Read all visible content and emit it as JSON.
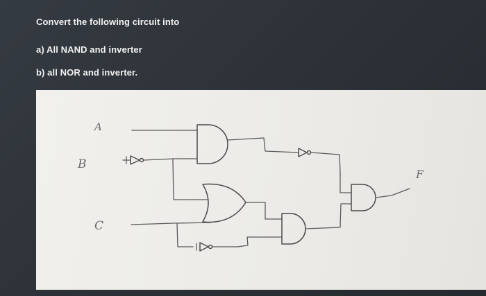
{
  "question": {
    "title": "Convert the following circuit into",
    "part_a": "a) All NAND and inverter",
    "part_b": "b) all NOR and inverter."
  },
  "circuit": {
    "labels": {
      "input_a": "A",
      "input_b": "B",
      "input_c": "C",
      "output_f": "F"
    },
    "gates": [
      {
        "type": "AND",
        "inputs": [
          "A",
          "B'"
        ]
      },
      {
        "type": "OR",
        "inputs": [
          "B'",
          "C"
        ]
      },
      {
        "type": "AND",
        "inputs": [
          "OR",
          "C'"
        ]
      },
      {
        "type": "NOT",
        "inputs": [
          "AND1"
        ]
      },
      {
        "type": "AND",
        "inputs": [
          "NOT",
          "AND2"
        ],
        "output": "F"
      }
    ]
  },
  "colors": {
    "background": "#2f343a",
    "paper": "#eeede9",
    "ink": "#4a4a4a",
    "text": "#f2f2f2"
  }
}
